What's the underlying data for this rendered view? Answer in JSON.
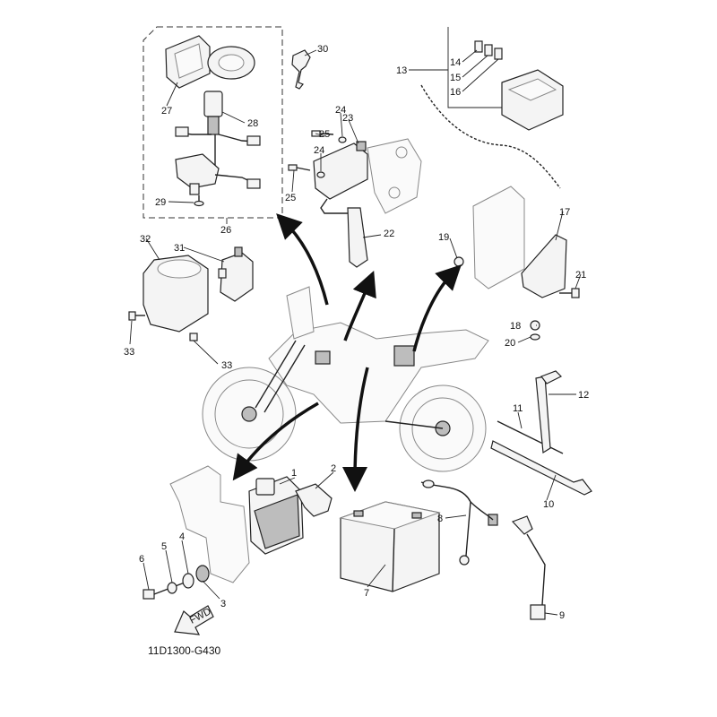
{
  "diagram": {
    "code": "11D1300-G430",
    "fwd_label": "FWD",
    "callouts": [
      "1",
      "2",
      "3",
      "4",
      "5",
      "6",
      "7",
      "8",
      "9",
      "10",
      "11",
      "12",
      "13",
      "14",
      "15",
      "16",
      "17",
      "18",
      "19",
      "20",
      "21",
      "22",
      "23",
      "24",
      "24",
      "25",
      "25",
      "26",
      "27",
      "28",
      "29",
      "30",
      "31",
      "32",
      "33",
      "33"
    ]
  }
}
